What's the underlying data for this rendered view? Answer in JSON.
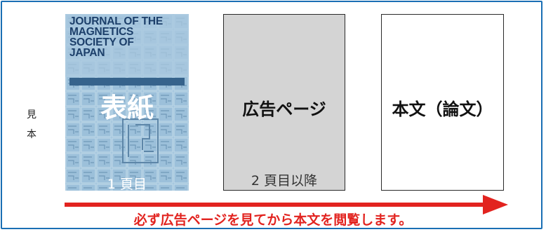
{
  "side_label": [
    "見",
    "本"
  ],
  "cover": {
    "journal_title_lines": [
      "JOURNAL OF THE",
      "MAGNETICS",
      "SOCIETY OF",
      "JAPAN"
    ],
    "label": "表紙",
    "page": "1 頁目"
  },
  "ad_page": {
    "label": "広告ページ",
    "page": "2 頁目以降"
  },
  "body_page": {
    "label": "本文（論文）"
  },
  "note": "必ず広告ページを見てから本文を閲覧します。",
  "colors": {
    "frame": "#1a6fb4",
    "arrow": "#e2231f",
    "note": "#e2231f",
    "cover": "#8fb3cf",
    "ad_page": "#d4d4d4"
  }
}
